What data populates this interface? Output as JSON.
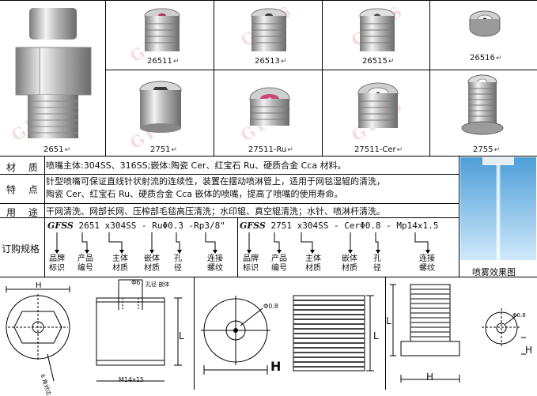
{
  "products": {
    "p1": "2651",
    "p2": "26511",
    "p3": "26513",
    "p4": "26515",
    "p5": "26516",
    "p6": "2751",
    "p7": "27511-Ru",
    "p8": "27511-Cer",
    "p9": "2755"
  },
  "specs": {
    "material_label": "材 质",
    "material_text": "喷嘴主体:304SS、316SS;嵌体:陶瓷 Cer、红宝石 Ru、硬质合金 Cca 材料。",
    "feature_label": "特 点",
    "feature_line1": "针型喷嘴可保证直线针状射流的连续性，装置在摆动喷淋管上，适用于网毯湿辊的清洗，",
    "feature_line2": "陶瓷 Cer、红宝石 Ru、硬质合金 Cca 嵌体的喷嘴，提高了喷嘴的使用寿命。",
    "use_label": "用 途",
    "use_text": "干网清洗、网部长网、压榨部毛毯高压清洗；水印辊、真空辊清洗；水针、喷淋杆清洗。",
    "order_label": "订购规格",
    "order1_brand": "GFSS",
    "order1_rest": "2651 x304SS - RuΦ0.3 -Rp3/8\"",
    "order2_brand": "GFSS",
    "order2_rest": "2751 x304SS - CerΦ0.8 - Mp14x1.5",
    "code_labels": [
      "品牌\n标识",
      "产品\n编号",
      "主体\n材质",
      "嵌体\n材质",
      "孔\n径",
      "连接\n螺纹"
    ],
    "spray_caption": "喷雾效果图"
  },
  "drawings": {
    "H": "H",
    "L": "L",
    "phi6": "Φ6",
    "phi08": "Φ0.8",
    "thread_m14": "M14x15",
    "hex_label": "6 角对边",
    "note_small": "孔径 嵌体"
  },
  "watermark": "GFSS"
}
